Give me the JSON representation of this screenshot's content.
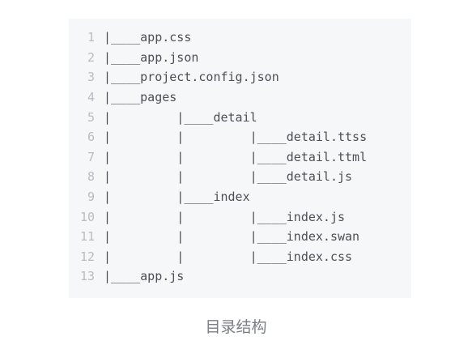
{
  "code": {
    "lines": [
      {
        "no": "1",
        "text": "|____app.css"
      },
      {
        "no": "2",
        "text": "|____app.json"
      },
      {
        "no": "3",
        "text": "|____project.config.json"
      },
      {
        "no": "4",
        "text": "|____pages"
      },
      {
        "no": "5",
        "text": "|         |____detail"
      },
      {
        "no": "6",
        "text": "|         |         |____detail.ttss"
      },
      {
        "no": "7",
        "text": "|         |         |____detail.ttml"
      },
      {
        "no": "8",
        "text": "|         |         |____detail.js"
      },
      {
        "no": "9",
        "text": "|         |____index"
      },
      {
        "no": "10",
        "text": "|         |         |____index.js"
      },
      {
        "no": "11",
        "text": "|         |         |____index.swan"
      },
      {
        "no": "12",
        "text": "|         |         |____index.css"
      },
      {
        "no": "13",
        "text": "|____app.js"
      }
    ]
  },
  "caption": "目录结构"
}
